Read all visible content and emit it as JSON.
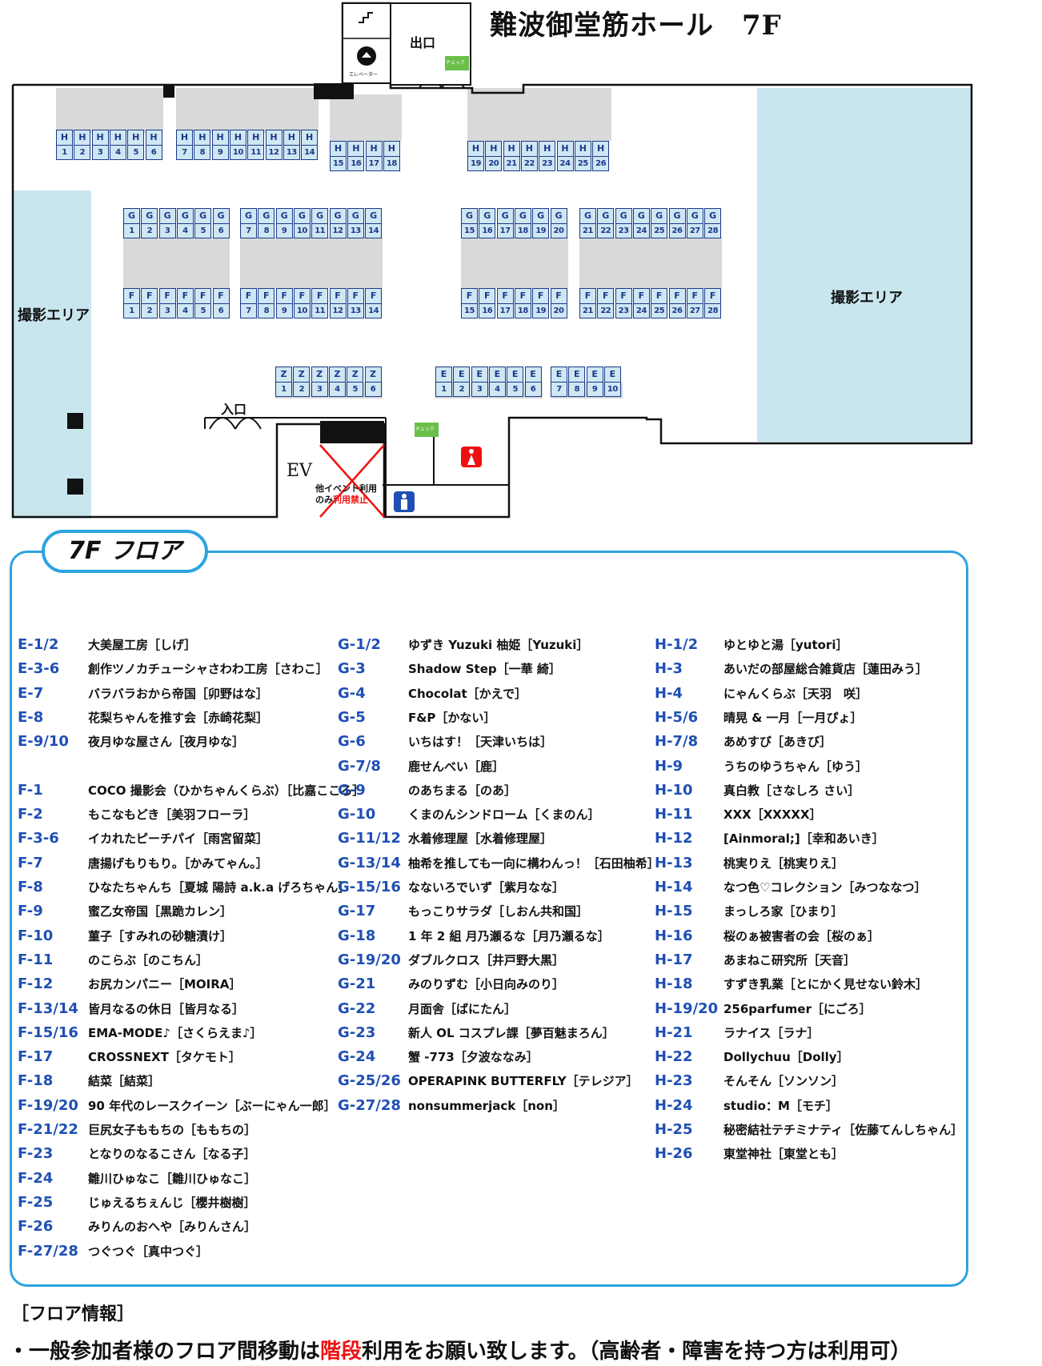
{
  "map": {
    "title": "難波御堂筋ホール　7F",
    "labels": {
      "exit": "出口",
      "entrance": "入口",
      "photo_area_left": "撮影エリア",
      "photo_area_right": "撮影エリア",
      "ev": "EV",
      "check_top": "チェック",
      "check_bottom": "チェック",
      "elevator_sign": "エレベーター",
      "stair_notice_line1": "他イベント利用",
      "stair_notice_line2": "のみ",
      "stair_notice_forbidden": "利用禁止"
    },
    "colors": {
      "booth_fill": "#cfe6f3",
      "booth_border": "#1a3a8a",
      "photo_area": "#c9e6ef",
      "aisle_gray": "#d9d9d9",
      "legend_border": "#2da3e0",
      "code_blue": "#1f4fb4",
      "red_emphasis": "#e11111"
    },
    "booth_blocks": [
      {
        "letter": "H",
        "numbers": [
          "1",
          "2",
          "3",
          "4",
          "5",
          "6"
        ]
      },
      {
        "letter": "H",
        "numbers": [
          "7",
          "8",
          "9",
          "10",
          "11",
          "12",
          "13",
          "14"
        ]
      },
      {
        "letter": "H",
        "numbers": [
          "15",
          "16",
          "17",
          "18"
        ]
      },
      {
        "letter": "H",
        "numbers": [
          "19",
          "20",
          "21",
          "22",
          "23",
          "24",
          "25",
          "26"
        ]
      },
      {
        "letter": "G",
        "numbers": [
          "1",
          "2",
          "3",
          "4",
          "5",
          "6"
        ]
      },
      {
        "letter": "G",
        "numbers": [
          "7",
          "8",
          "9",
          "10",
          "11",
          "12",
          "13",
          "14"
        ]
      },
      {
        "letter": "G",
        "numbers": [
          "15",
          "16",
          "17",
          "18",
          "19",
          "20"
        ]
      },
      {
        "letter": "G",
        "numbers": [
          "21",
          "22",
          "23",
          "24",
          "25",
          "26",
          "27",
          "28"
        ]
      },
      {
        "letter": "F",
        "numbers": [
          "1",
          "2",
          "3",
          "4",
          "5",
          "6"
        ]
      },
      {
        "letter": "F",
        "numbers": [
          "7",
          "8",
          "9",
          "10",
          "11",
          "12",
          "13",
          "14"
        ]
      },
      {
        "letter": "F",
        "numbers": [
          "15",
          "16",
          "17",
          "18",
          "19",
          "20"
        ]
      },
      {
        "letter": "F",
        "numbers": [
          "21",
          "22",
          "23",
          "24",
          "25",
          "26",
          "27",
          "28"
        ]
      },
      {
        "letter": "Z",
        "numbers": [
          "1",
          "2",
          "3",
          "4",
          "5",
          "6"
        ]
      },
      {
        "letter": "E",
        "numbers": [
          "1",
          "2",
          "3",
          "4",
          "5",
          "6"
        ]
      },
      {
        "letter": "E",
        "numbers": [
          "7",
          "8",
          "9",
          "10"
        ]
      }
    ]
  },
  "legend": {
    "title": "7F フロア",
    "columns": [
      {
        "rows": [
          {
            "code": "E-1/2",
            "name": "大美屋工房［しげ］"
          },
          {
            "code": "E-3-6",
            "name": "創作ツノカチューシャさわわ工房［さわこ］"
          },
          {
            "code": "E-7",
            "name": "バラバラおから帝国［卯野はな］"
          },
          {
            "code": "E-8",
            "name": "花梨ちゃんを推す会［赤崎花梨］"
          },
          {
            "code": "E-9/10",
            "name": "夜月ゆな屋さん［夜月ゆな］"
          },
          {
            "code": "",
            "name": ""
          },
          {
            "code": "F-1",
            "name": "COCO 撮影会（ひかちゃんくらぶ）［比嘉こころ］"
          },
          {
            "code": "F-2",
            "name": "もこなもどき［美羽フローラ］"
          },
          {
            "code": "F-3-6",
            "name": "イカれたピーチパイ［雨宮留菜］"
          },
          {
            "code": "F-7",
            "name": "唐揚げもりもり。［かみてゃん。］"
          },
          {
            "code": "F-8",
            "name": "ひなたちゃんち［夏城 陽詩 a.k.a げろちゃん］"
          },
          {
            "code": "F-9",
            "name": "蜜乙女帝国［黒跪カレン］"
          },
          {
            "code": "F-10",
            "name": "菫子［すみれの砂糖漬け］"
          },
          {
            "code": "F-11",
            "name": "のこらぶ［のこちん］"
          },
          {
            "code": "F-12",
            "name": "お尻カンパニー［MOIRA］"
          },
          {
            "code": "F-13/14",
            "name": "皆月なるの休日［皆月なる］"
          },
          {
            "code": "F-15/16",
            "name": "EMA-MODE♪［さくらえま♪］"
          },
          {
            "code": "F-17",
            "name": "CROSSNEXT［タケモト］"
          },
          {
            "code": "F-18",
            "name": "結菜［結菜］"
          },
          {
            "code": "F-19/20",
            "name": "90 年代のレースクイーン［ぶーにゃん一郎］"
          },
          {
            "code": "F-21/22",
            "name": "巨尻女子ももちの［ももちの］"
          },
          {
            "code": "F-23",
            "name": "となりのなるこさん［なる子］"
          },
          {
            "code": "F-24",
            "name": "雛川ひゅなこ［雛川ひゅなこ］"
          },
          {
            "code": "F-25",
            "name": "じゅえるちぇんじ［櫻井樹樹］"
          },
          {
            "code": "F-26",
            "name": "みりんのおへや［みりんさん］"
          },
          {
            "code": "F-27/28",
            "name": "つぐつぐ［真中つぐ］"
          }
        ]
      },
      {
        "rows": [
          {
            "code": "G-1/2",
            "name": "ゆずき Yuzuki 柚姫［Yuzuki］"
          },
          {
            "code": "G-3",
            "name": "Shadow Step［一華 綺］"
          },
          {
            "code": "G-4",
            "name": "Chocolat［かえで］"
          },
          {
            "code": "G-5",
            "name": "F&P［かない］"
          },
          {
            "code": "G-6",
            "name": "いちはす！［天津いちは］"
          },
          {
            "code": "G-7/8",
            "name": "鹿せんべい［鹿］"
          },
          {
            "code": "G-9",
            "name": "のあちまる［のあ］"
          },
          {
            "code": "G-10",
            "name": "くまのんシンドローム［くまのん］"
          },
          {
            "code": "G-11/12",
            "name": "水着修理屋［水着修理屋］"
          },
          {
            "code": "G-13/14",
            "name": "柚希を推しても一向に構わんっ！［石田柚希］"
          },
          {
            "code": "G-15/16",
            "name": "なないろでいず［紫月なな］"
          },
          {
            "code": "G-17",
            "name": "もっこりサラダ［しおん共和国］"
          },
          {
            "code": "G-18",
            "name": "1 年 2 組 月乃瀬るな［月乃瀬るな］"
          },
          {
            "code": "G-19/20",
            "name": "ダブルクロス［井戸野大黒］"
          },
          {
            "code": "G-21",
            "name": "みのりずむ［小日向みのり］"
          },
          {
            "code": "G-22",
            "name": "月面舎［ばにたん］"
          },
          {
            "code": "G-23",
            "name": "新人 OL コスプレ課［夢百魅まろん］"
          },
          {
            "code": "G-24",
            "name": "蟹 -773［夕波ななみ］"
          },
          {
            "code": "G-25/26",
            "name": "OPERAPINK BUTTERFLY［テレジア］"
          },
          {
            "code": "G-27/28",
            "name": "nonsummerjack［non］"
          }
        ]
      },
      {
        "rows": [
          {
            "code": "H-1/2",
            "name": "ゆとゆと湯［yutori］"
          },
          {
            "code": "H-3",
            "name": "あいだの部屋総合雑貨店［蓮田みう］"
          },
          {
            "code": "H-4",
            "name": "にゃんくらぶ［天羽　咲］"
          },
          {
            "code": "H-5/6",
            "name": "晴晃 & 一月［一月ぴょ］"
          },
          {
            "code": "H-7/8",
            "name": "あめすび［あきび］"
          },
          {
            "code": "H-9",
            "name": "うちのゆうちゃん［ゆう］"
          },
          {
            "code": "H-10",
            "name": "真白教［さなしろ さい］"
          },
          {
            "code": "H-11",
            "name": "XXX［XXXXX］"
          },
          {
            "code": "H-12",
            "name": "[Ainmoral;]［幸和あいき］"
          },
          {
            "code": "H-13",
            "name": "桃実りえ［桃実りえ］"
          },
          {
            "code": "H-14",
            "name": "なつ色♡コレクション［みつななつ］"
          },
          {
            "code": "H-15",
            "name": "まっしろ家［ひまり］"
          },
          {
            "code": "H-16",
            "name": "桜のぁ被害者の会［桜のぁ］"
          },
          {
            "code": "H-17",
            "name": "あまねこ研究所［天音］"
          },
          {
            "code": "H-18",
            "name": "すずき乳業［とにかく見せない鈴木］"
          },
          {
            "code": "H-19/20",
            "name": "256parfumer［にごろ］"
          },
          {
            "code": "H-21",
            "name": "ラナイス［ラナ］"
          },
          {
            "code": "H-22",
            "name": "Dollychuu［Dolly］"
          },
          {
            "code": "H-23",
            "name": "そんそん［ソンソン］"
          },
          {
            "code": "H-24",
            "name": "studio：M［モチ］"
          },
          {
            "code": "H-25",
            "name": "秘密結社テチミナティ［佐藤てんしちゃん］"
          },
          {
            "code": "H-26",
            "name": "東堂神社［東堂とも］"
          }
        ]
      }
    ]
  },
  "info": {
    "heading": "［フロア情報］",
    "note_prefix": "・一般参加者様のフロア間移動は",
    "note_emphasis": "階段",
    "note_suffix": "利用をお願い致します。（高齢者・障害を持つ方は利用可）"
  }
}
